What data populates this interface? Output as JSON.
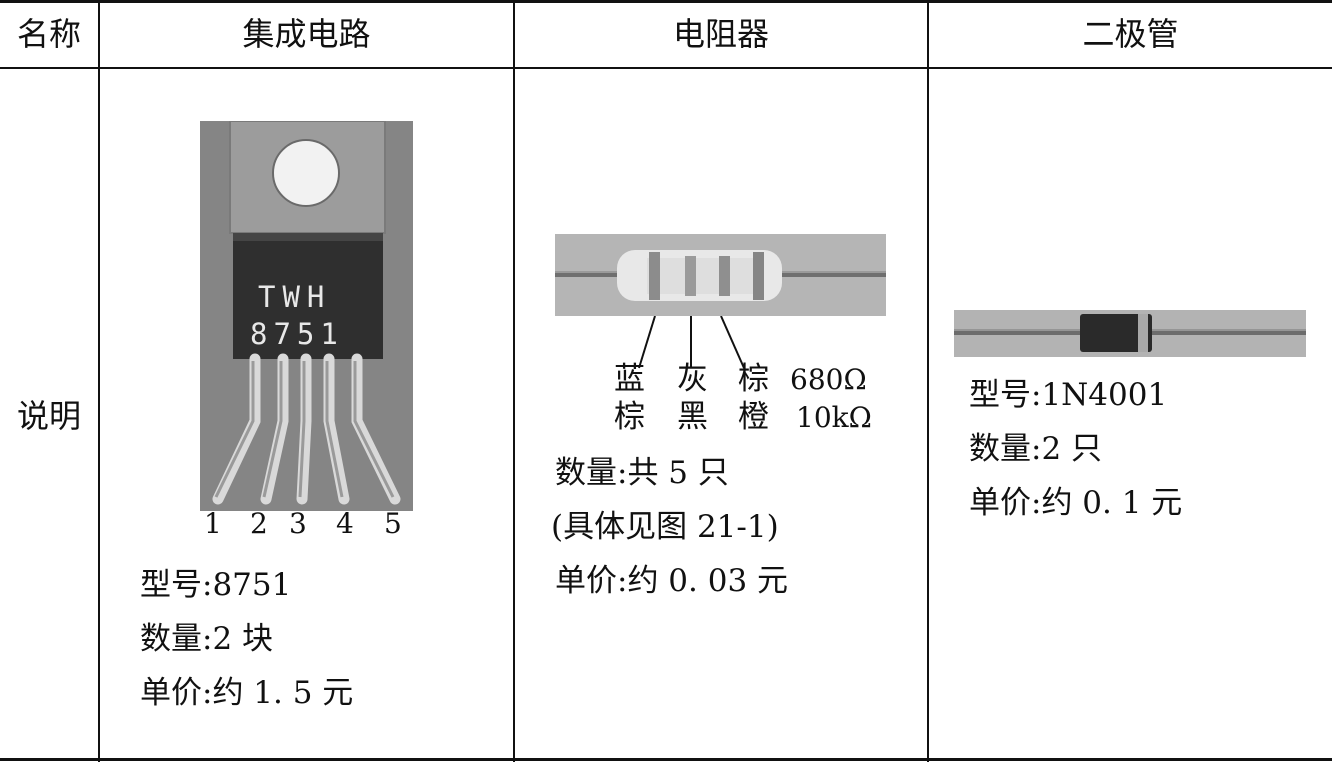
{
  "headers": {
    "name": "名称",
    "ic": "集成电路",
    "resistor": "电阻器",
    "diode": "二极管"
  },
  "row_label": "说明",
  "ic": {
    "chip_marking_1": "TWH",
    "chip_marking_2": "8751",
    "pins": [
      "1",
      "2",
      "3",
      "4",
      "5"
    ],
    "model": "型号:8751",
    "quantity": "数量:2 块",
    "price": "单价:约 1. 5 元"
  },
  "resistor": {
    "bands_row1": [
      "蓝",
      "灰",
      "棕"
    ],
    "value_1": "680Ω",
    "bands_row2": [
      "棕",
      "黑",
      "橙"
    ],
    "value_2": "10kΩ",
    "quantity": "数量:共 5 只",
    "reference": "(具体见图 21-1)",
    "price": "单价:约 0. 03 元"
  },
  "diode": {
    "model": "型号:1N4001",
    "quantity": "数量:2 只",
    "price": "单价:约 0. 1 元"
  }
}
